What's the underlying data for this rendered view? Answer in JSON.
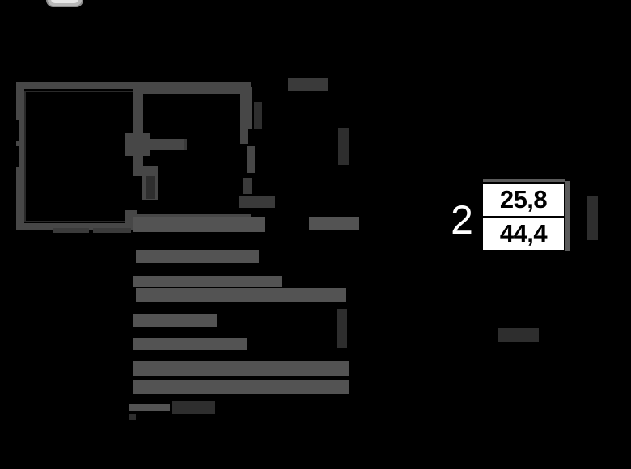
{
  "document": {
    "kind": "apartment-floor-plan-card",
    "background_color": "#000000",
    "ink_color": "#474747"
  },
  "area_table": {
    "room_count": "2",
    "rows": [
      {
        "key": "living_area",
        "value": "25,8"
      },
      {
        "key": "total_area",
        "value": "44,4"
      }
    ],
    "box_color": "#ffffff",
    "text_color": "#000000"
  },
  "floor_plan": {
    "title": "",
    "walls_color": "#474747",
    "interior_color": "#000000"
  },
  "redacted": {
    "note": "",
    "blocks": [
      {
        "id": "plan-label-a",
        "text": ""
      },
      {
        "id": "plan-label-b",
        "text": ""
      },
      {
        "id": "plan-label-vertical",
        "text": ""
      },
      {
        "id": "plan-label-c",
        "text": ""
      },
      {
        "id": "plan-label-d",
        "text": ""
      },
      {
        "id": "side-label-vertical",
        "text": ""
      },
      {
        "id": "side-label-right",
        "text": ""
      },
      {
        "id": "spec-line-1",
        "text": ""
      },
      {
        "id": "spec-line-2",
        "text": ""
      },
      {
        "id": "spec-line-3",
        "text": ""
      },
      {
        "id": "spec-line-4",
        "text": ""
      },
      {
        "id": "spec-line-5",
        "text": ""
      },
      {
        "id": "spec-line-6",
        "text": ""
      },
      {
        "id": "spec-line-7",
        "text": ""
      },
      {
        "id": "spec-line-8",
        "text": ""
      },
      {
        "id": "legend-line-1",
        "text": ""
      },
      {
        "id": "legend-line-2",
        "text": ""
      }
    ]
  },
  "top_badge": {
    "label": ""
  }
}
